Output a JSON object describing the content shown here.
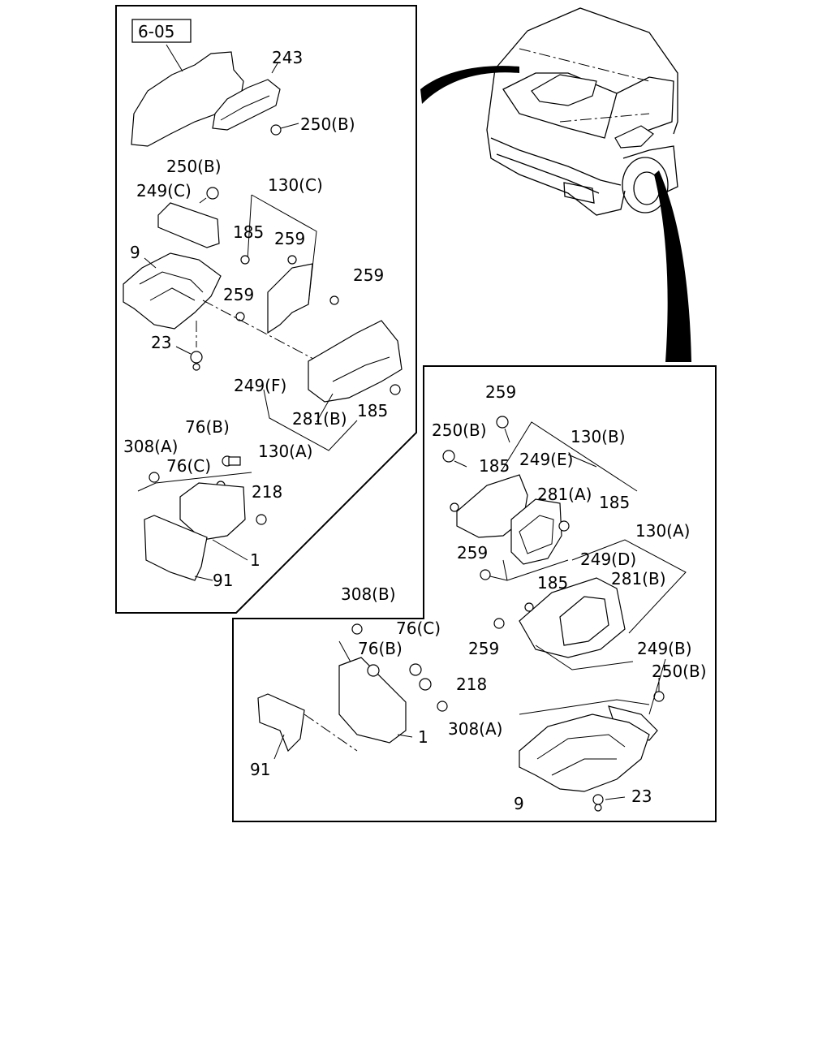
{
  "ref_box": "6-05",
  "left_labels": {
    "l243": "243",
    "l250b_top": "250(B)",
    "l250b": "250(B)",
    "l249c": "249(C)",
    "l130c": "130(C)",
    "l185a": "185",
    "l259a": "259",
    "l9": "9",
    "l259b": "259",
    "l259c": "259",
    "l23": "23",
    "l249f": "249(F)",
    "l281b": "281(B)",
    "l185b": "185",
    "l130a": "130(A)",
    "l76b": "76(B)",
    "l308a": "308(A)",
    "l76c": "76(C)",
    "l218": "218",
    "l1": "1",
    "l91": "91"
  },
  "right_labels": {
    "l259a": "259",
    "l250b": "250(B)",
    "l130b": "130(B)",
    "l185a": "185",
    "l249e": "249(E)",
    "l281a": "281(A)",
    "l185b": "185",
    "l130a": "130(A)",
    "l259b": "259",
    "l249d": "249(D)",
    "l185c": "185",
    "l281b": "281(B)",
    "l308b": "308(B)",
    "l76c": "76(C)",
    "l76b": "76(B)",
    "l259c": "259",
    "l249b": "249(B)",
    "l218": "218",
    "l250b2": "250(B)",
    "l1": "1",
    "l308a": "308(A)",
    "l91": "91",
    "l9": "9",
    "l23": "23"
  }
}
